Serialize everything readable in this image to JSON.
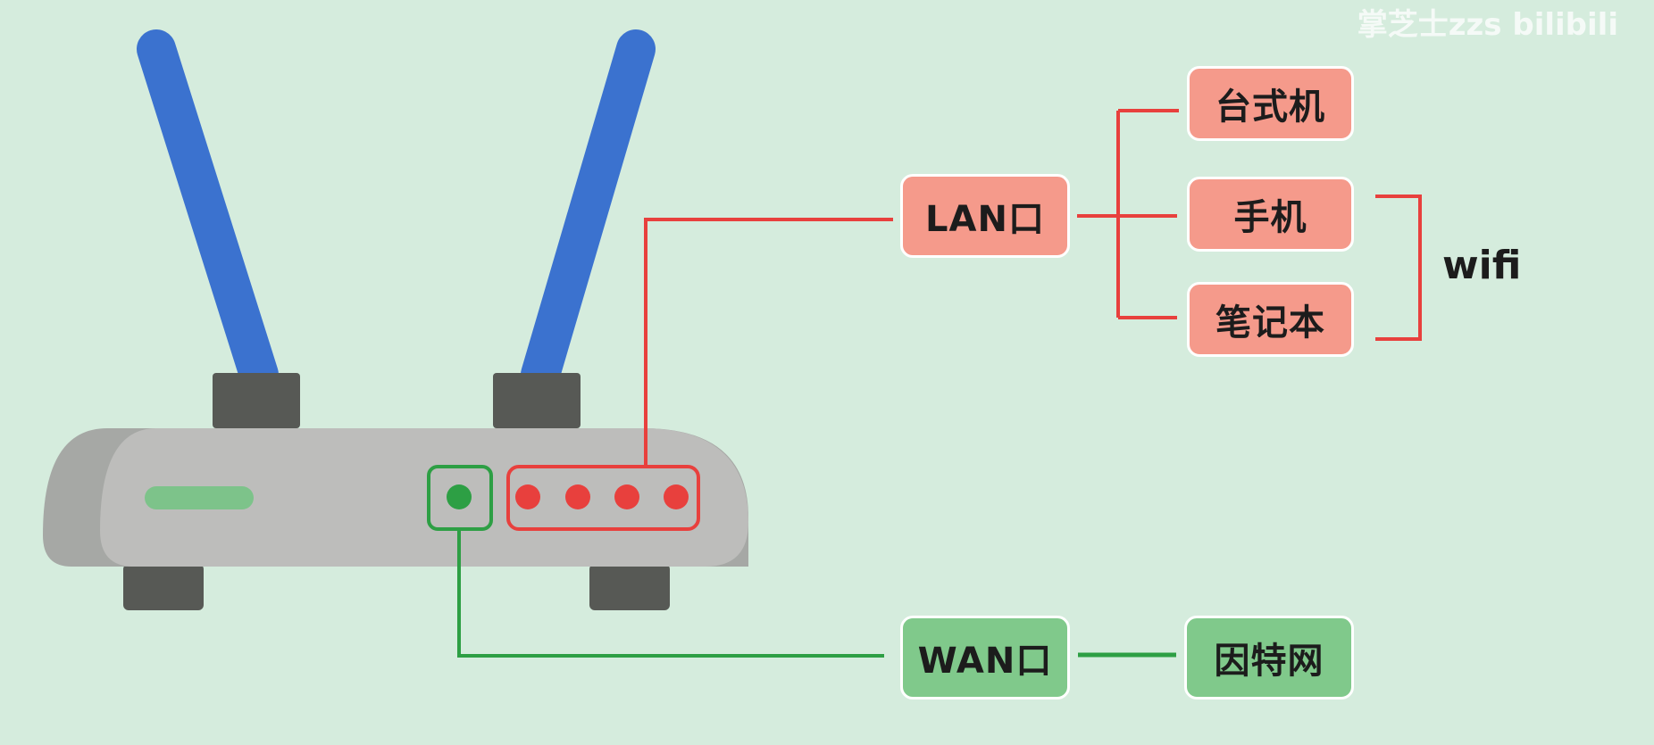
{
  "colors": {
    "background": "#d5ecdd",
    "antenna": "#3b72cf",
    "router_body": "#bdbdbb",
    "router_shadow": "#a6a8a5",
    "dark_parts": "#575955",
    "lan_accent": "#e8403d",
    "wan_accent": "#2d9f44",
    "lan_node_fill": "#f59a8b",
    "wan_node_fill": "#80c98b"
  },
  "nodes": {
    "lan": "LAN口",
    "wan": "WAN口",
    "desktop": "台式机",
    "phone": "手机",
    "laptop": "笔记本",
    "internet": "因特网"
  },
  "wifi_label": "wifi",
  "watermark": "掌芝士zzs  bilibili"
}
